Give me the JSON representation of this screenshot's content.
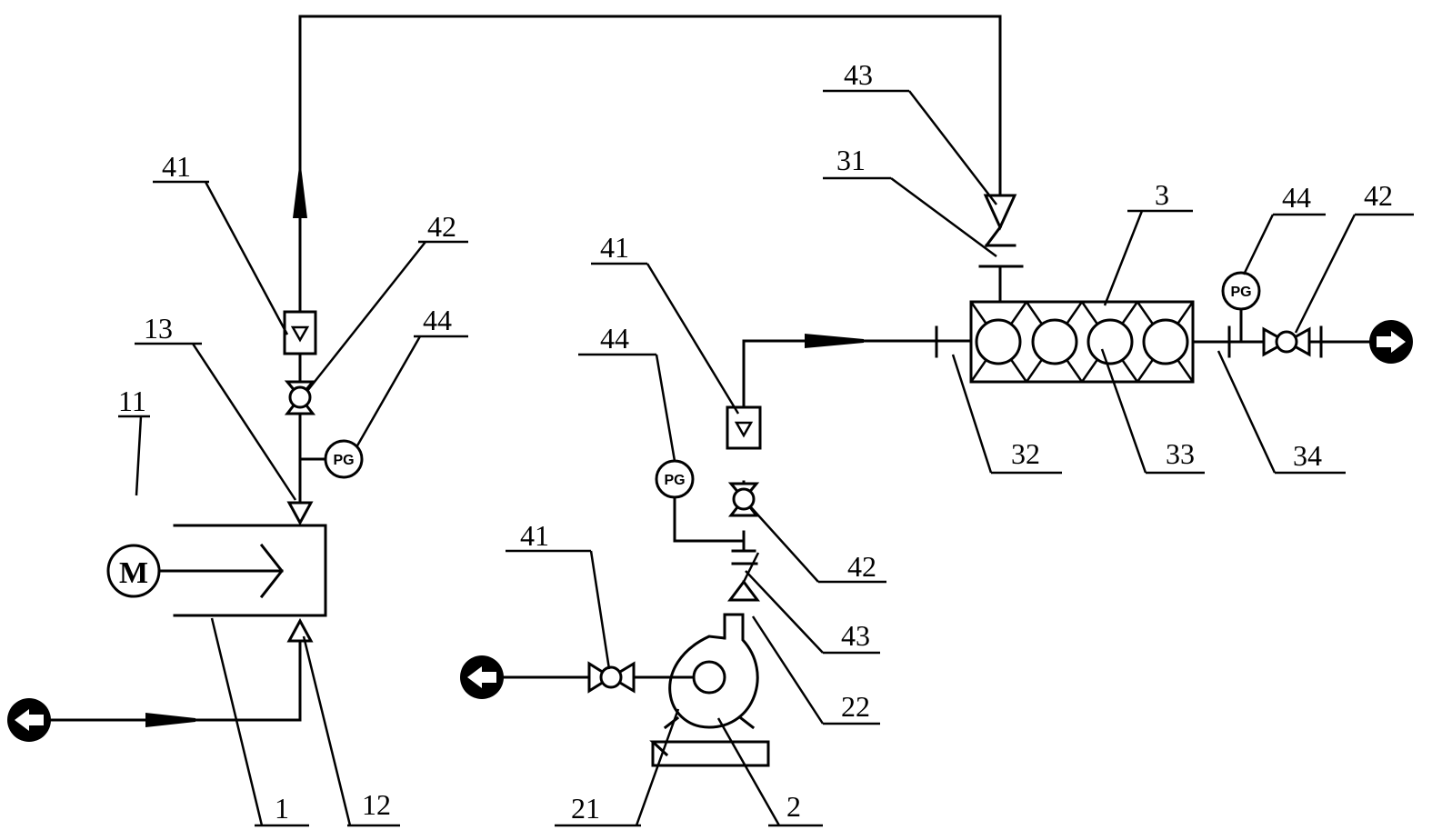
{
  "instrument_text": {
    "pressure_gauge": "PG",
    "motor": "M"
  },
  "labels": {
    "l1": "1",
    "l11": "11",
    "l12": "12",
    "l13": "13",
    "l41_a": "41",
    "l42_a": "42",
    "l44_a": "44",
    "l2": "2",
    "l21": "21",
    "l22": "22",
    "l41_b": "41",
    "l41_c": "41",
    "l44_b": "44",
    "l42_b": "42",
    "l43_b": "43",
    "l3": "3",
    "l31": "31",
    "l32": "32",
    "l33": "33",
    "l34": "34",
    "l43_a": "43",
    "l44_c": "44",
    "l42_c": "42"
  }
}
